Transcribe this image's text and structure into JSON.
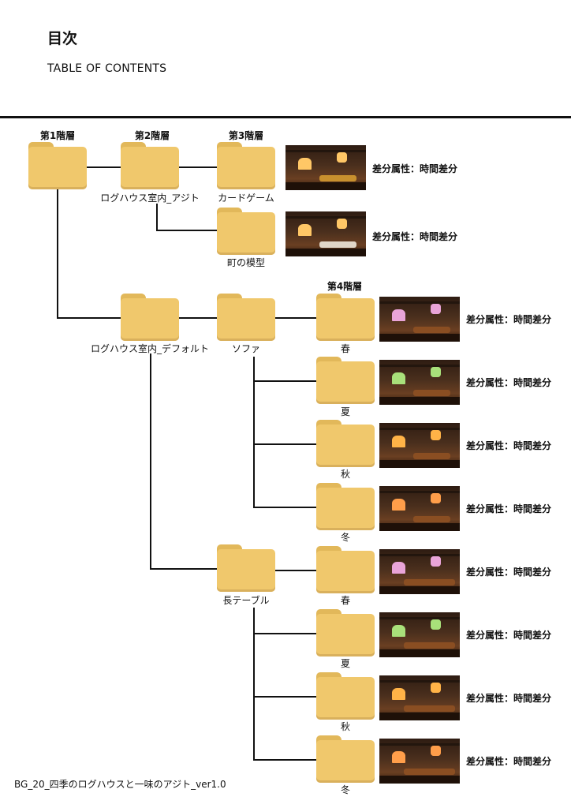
{
  "header": {
    "title": "目次",
    "subtitle": "TABLE OF CONTENTS"
  },
  "levels": {
    "level1": "第1階層",
    "level2": "第2階層",
    "level3": "第3階層",
    "level4": "第4階層"
  },
  "folders": {
    "root": "",
    "ajito": "ログハウス室内_アジト",
    "card_game": "カードゲーム",
    "town_model": "町の模型",
    "default": "ログハウス室内_デフォルト",
    "sofa": "ソファ",
    "long_table": "長テーブル",
    "sofa_spring": "春",
    "sofa_summer": "夏",
    "sofa_autumn": "秋",
    "sofa_winter": "冬",
    "table_spring": "春",
    "table_summer": "夏",
    "table_autumn": "秋",
    "table_winter": "冬"
  },
  "attribute_label": "差分属性：時間差分",
  "footer": "BG_20_四季のログハウスと一味のアジト_ver1.0",
  "colors": {
    "folder_body": "#f0c86c",
    "folder_tab": "#e2b85a",
    "line": "#111111",
    "window_spring": "#e9a4d8",
    "window_summer": "#a8e07a",
    "window_autumn": "#ffb347",
    "window_winter": "#ff9e4a",
    "window_ajito": "#ffc766"
  },
  "icons": [
    "folder-icon",
    "thumbnail-image"
  ]
}
